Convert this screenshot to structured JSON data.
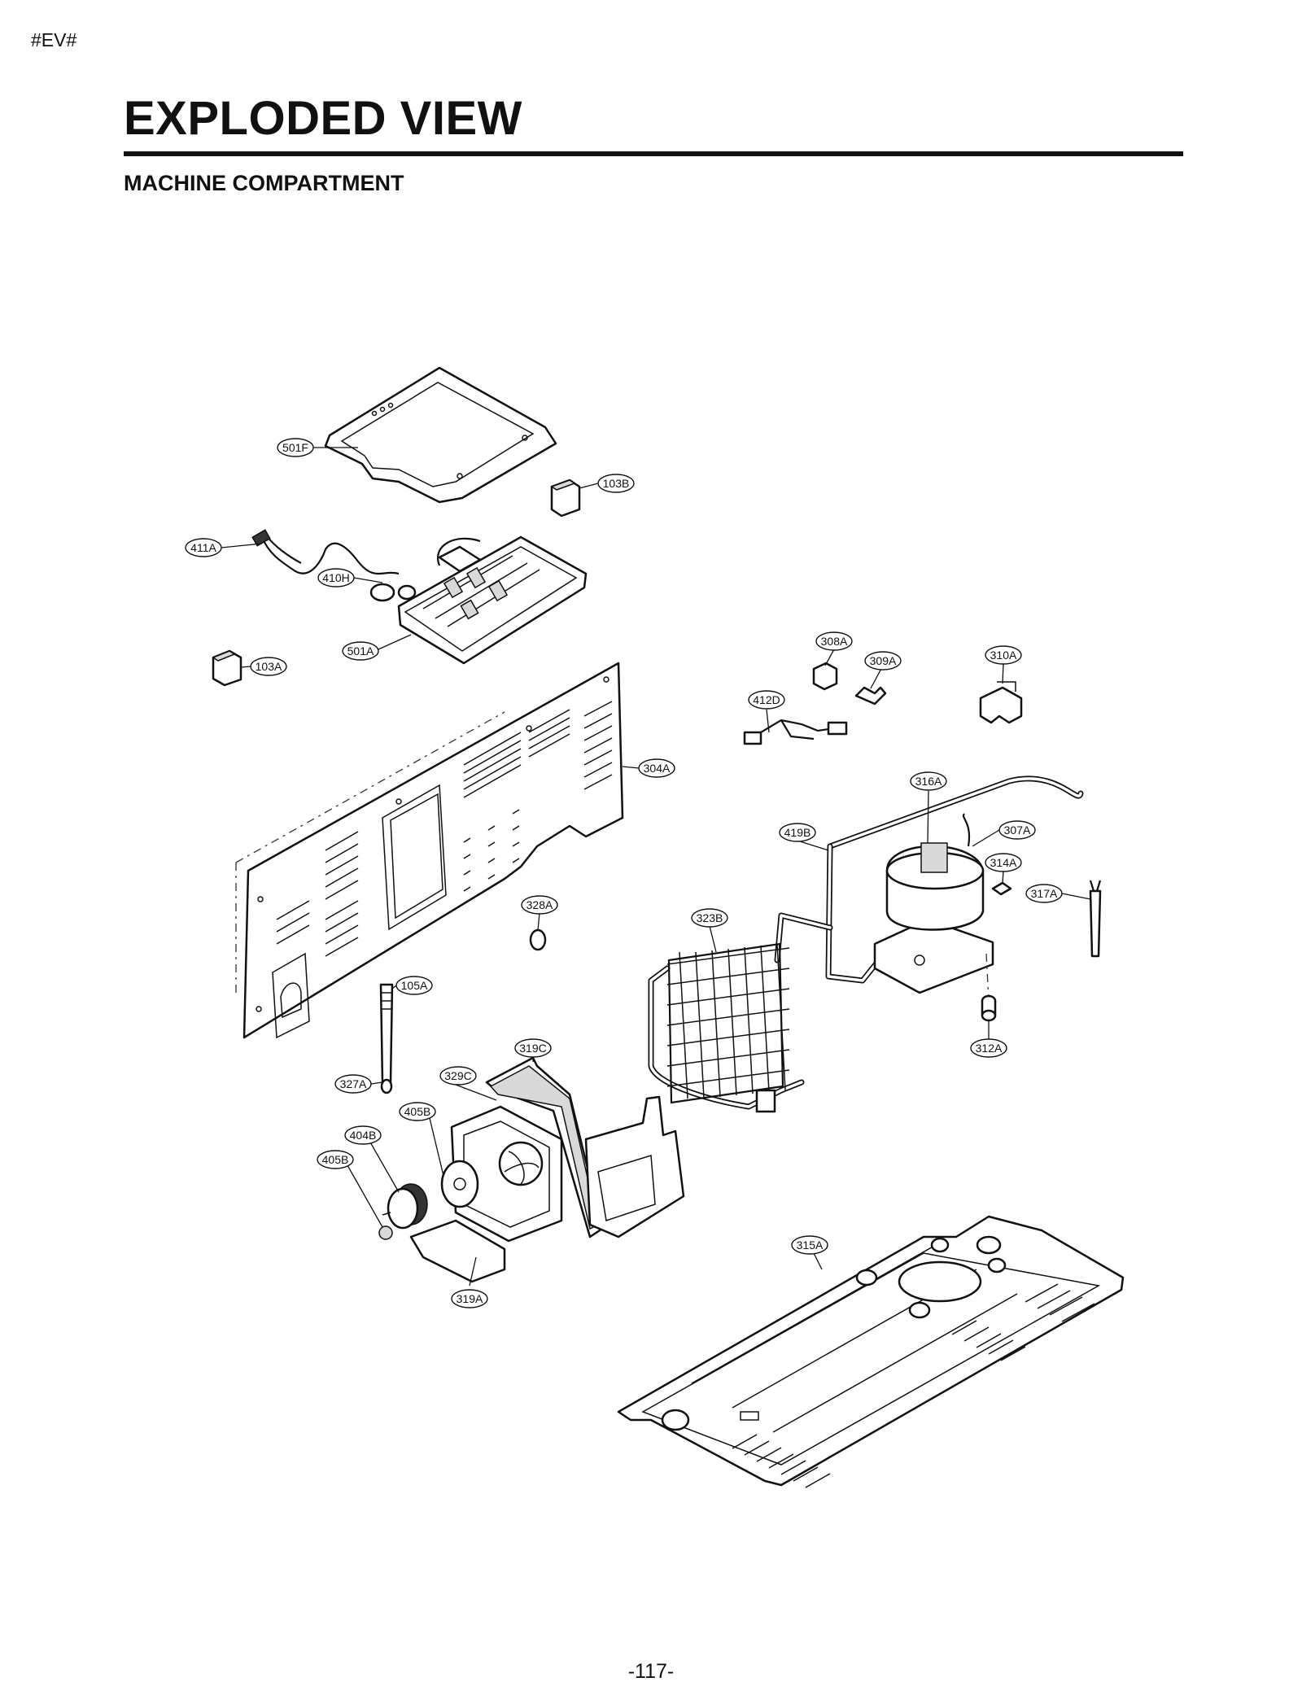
{
  "header": {
    "marker": "#EV#",
    "title": "EXPLODED VIEW",
    "subtitle": "MACHINE COMPARTMENT"
  },
  "footer": {
    "page_number": "-117-"
  },
  "callouts": [
    "501F",
    "103B",
    "411A",
    "410H",
    "501A",
    "103A",
    "308A",
    "309A",
    "310A",
    "412D",
    "304A",
    "316A",
    "307A",
    "419B",
    "314A",
    "317A",
    "328A",
    "323B",
    "105A",
    "319C",
    "312A",
    "329C",
    "327A",
    "405B",
    "404B",
    "405B",
    "315A",
    "319A"
  ]
}
